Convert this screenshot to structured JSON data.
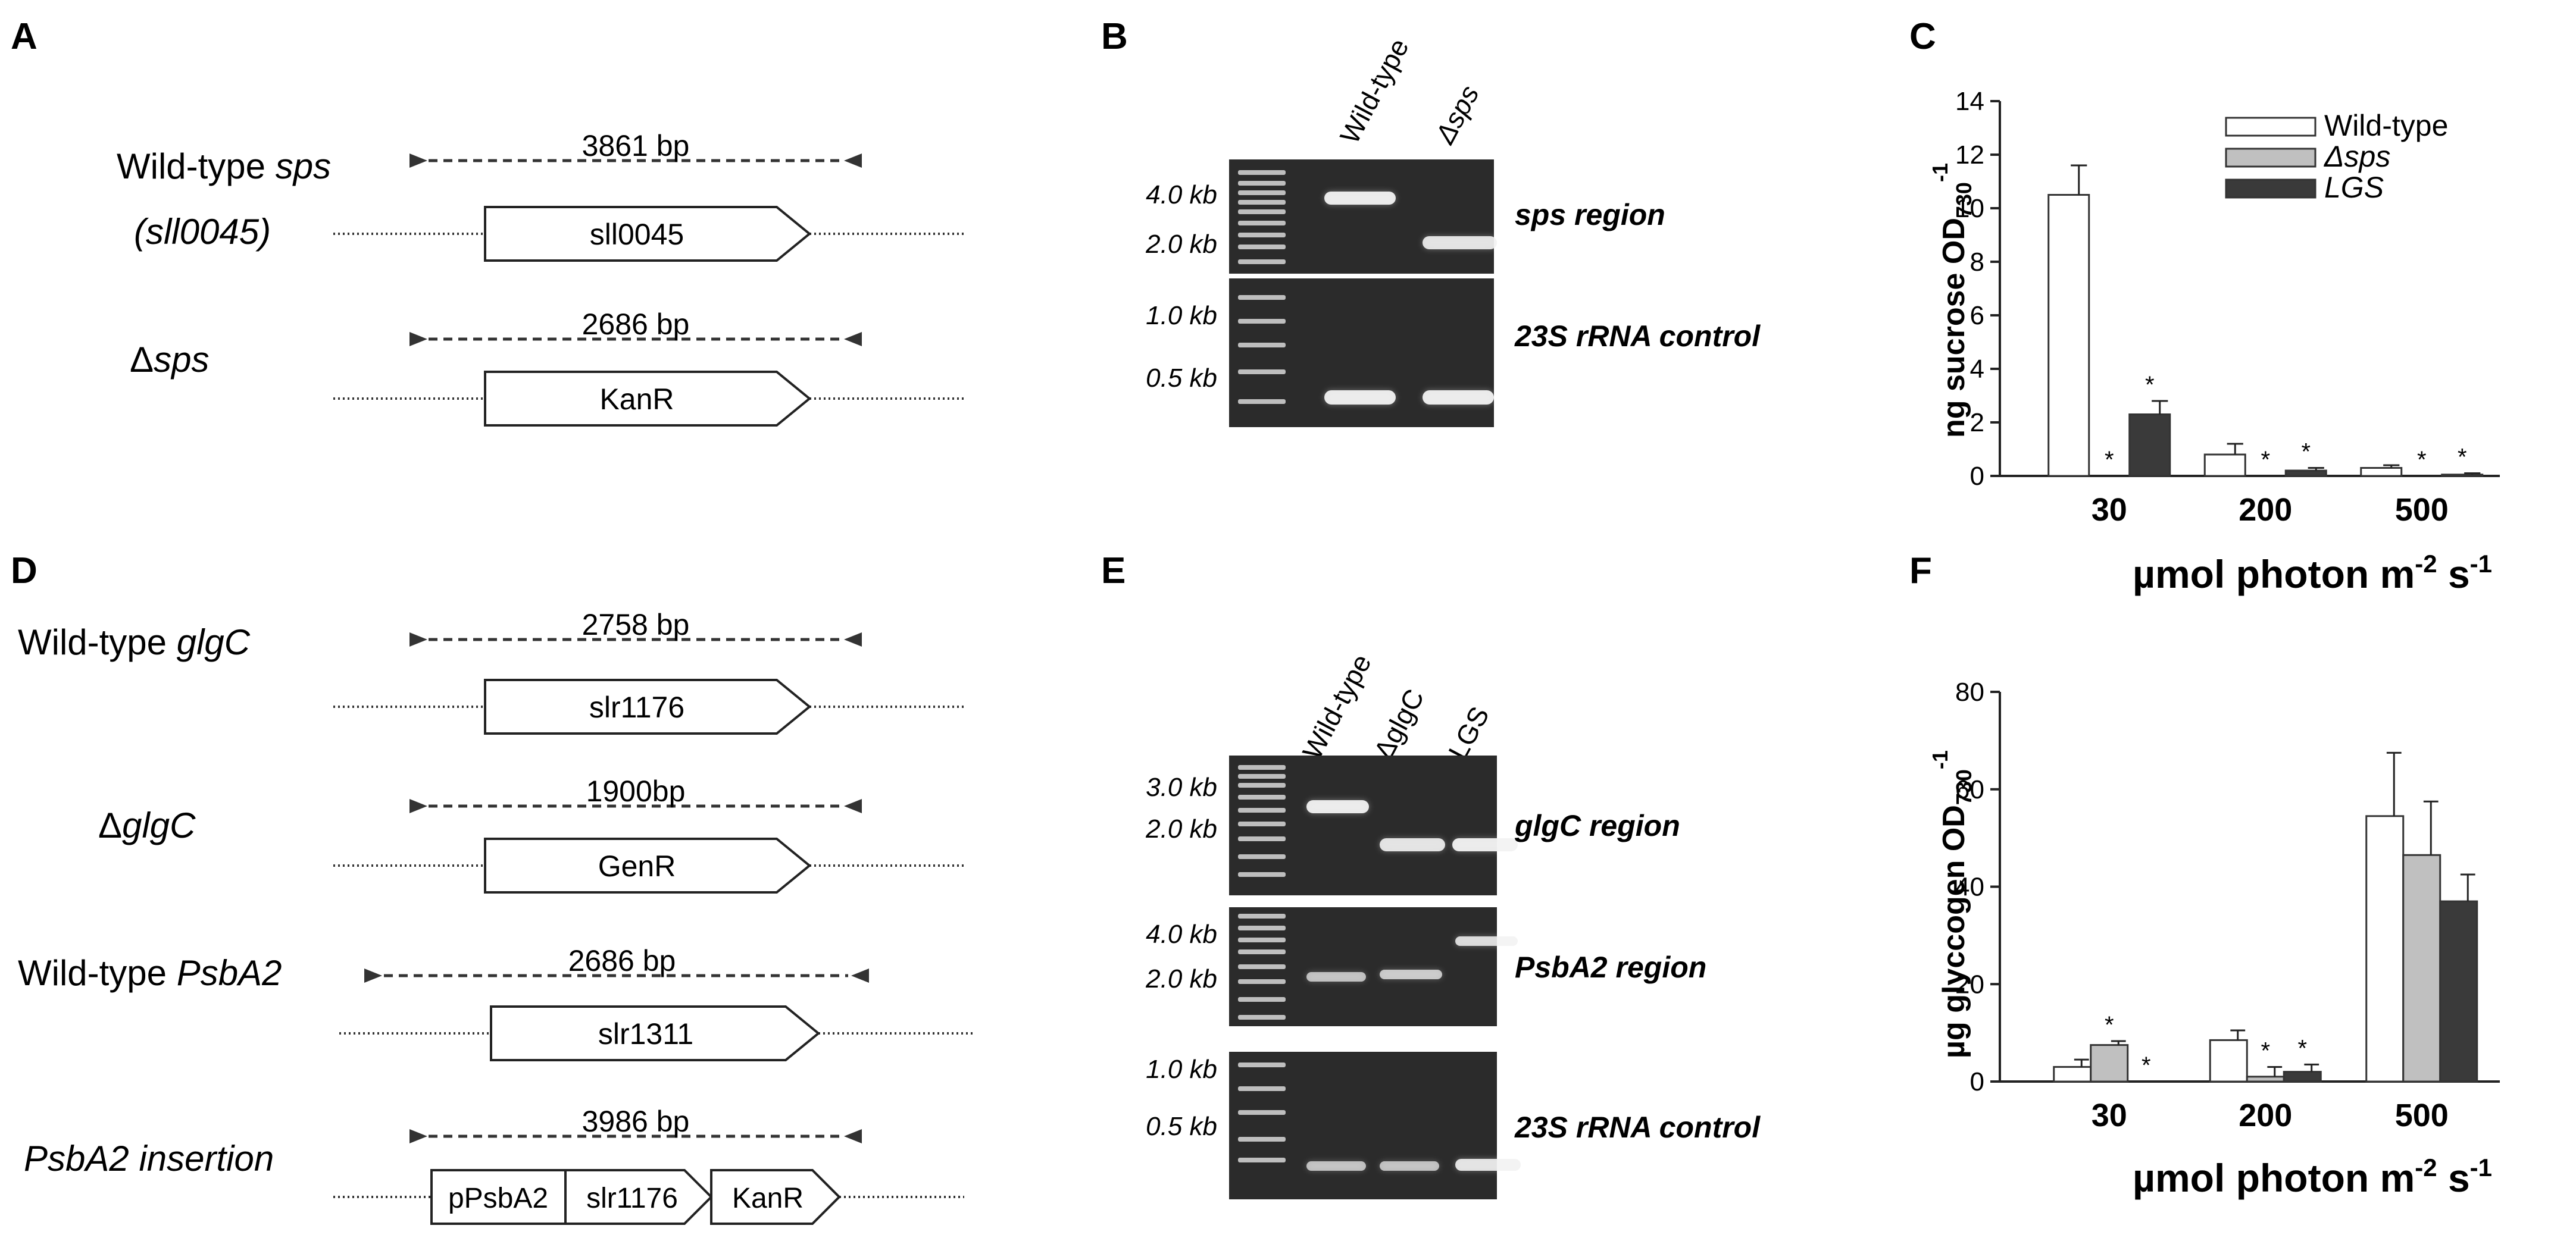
{
  "panels": {
    "A": {
      "letter": "A",
      "rows": [
        {
          "label_normal": "Wild-type ",
          "label_italic": "sps",
          "label2": "(sll0045)",
          "size": "3861 bp",
          "gene": "sll0045"
        },
        {
          "label_prefix": "Δ",
          "label_italic": "sps",
          "size": "2686 bp",
          "gene": "KanR"
        }
      ]
    },
    "B": {
      "letter": "B",
      "lanes": [
        "Wild-type",
        "Δsps"
      ],
      "top_markers": [
        "4.0 kb",
        "2.0 kb"
      ],
      "bottom_markers": [
        "1.0 kb",
        "0.5 kb"
      ],
      "top_caption": "sps region",
      "bottom_caption": "23S rRNA control"
    },
    "C": {
      "letter": "C",
      "xlabel_main": "µmol photon m",
      "xlabel_sup1": "-2",
      "xlabel_mid": " s",
      "xlabel_sup2": "-1",
      "ylabel_main": "ng sucrose OD",
      "ylabel_sub": "730",
      "ylabel_sup": "-1",
      "star": "*"
    },
    "D": {
      "letter": "D",
      "rows": [
        {
          "label_normal": "Wild-type ",
          "label_italic": "glgC",
          "size": "2758 bp",
          "gene": "slr1176"
        },
        {
          "label_prefix": "Δ",
          "label_italic": "glgC",
          "size": "1900bp",
          "gene": "GenR"
        },
        {
          "label_normal": "Wild-type ",
          "label_italic": "PsbA2",
          "size": "2686 bp",
          "gene": "slr1311"
        },
        {
          "label_italic": "PsbA2 insertion",
          "size": "3986 bp",
          "genes": [
            "pPsbA2",
            "slr1176",
            "KanR"
          ]
        }
      ]
    },
    "E": {
      "letter": "E",
      "lanes": [
        "Wild-type",
        "ΔglgC",
        "LGS"
      ],
      "top_markers": [
        "3.0 kb",
        "2.0 kb"
      ],
      "mid_markers": [
        "4.0 kb",
        "2.0 kb"
      ],
      "bottom_markers": [
        "1.0 kb",
        "0.5 kb"
      ],
      "top_caption": "glgC region",
      "mid_caption": "PsbA2 region",
      "bottom_caption": "23S rRNA control"
    },
    "F": {
      "letter": "F",
      "xlabel_main": "µmol photon m",
      "xlabel_sup1": "-2",
      "xlabel_mid": " s",
      "xlabel_sup2": "-1",
      "ylabel_main": "µg glyccogen OD",
      "ylabel_sub": "730",
      "ylabel_sup": "-1",
      "star": "*"
    }
  },
  "colors": {
    "wildtype": "#ffffff",
    "sps": "#c0c0c0",
    "lgs": "#3a3a3a",
    "gel_bg": "#2b2b2b",
    "band": "#f2f2f2"
  },
  "chart_data": [
    {
      "type": "bar",
      "panel": "C",
      "categories": [
        "30",
        "200",
        "500"
      ],
      "ylim": [
        0,
        14
      ],
      "yticks": [
        0,
        2,
        4,
        6,
        8,
        10,
        12,
        14
      ],
      "series": [
        {
          "name": "Wild-type",
          "values": [
            10.5,
            0.8,
            0.3
          ],
          "errors": [
            1.1,
            0.4,
            0.1
          ],
          "stars": [
            false,
            false,
            false
          ]
        },
        {
          "name": "Δsps",
          "values": [
            0,
            0,
            0
          ],
          "errors": [
            0,
            0,
            0
          ],
          "stars": [
            true,
            true,
            true
          ]
        },
        {
          "name": "LGS",
          "values": [
            2.3,
            0.2,
            0.05
          ],
          "errors": [
            0.5,
            0.1,
            0.05
          ],
          "stars": [
            true,
            true,
            true
          ]
        }
      ],
      "legend": "top-right"
    },
    {
      "type": "bar",
      "panel": "F",
      "categories": [
        "30",
        "200",
        "500"
      ],
      "ylim": [
        0,
        80
      ],
      "yticks": [
        0,
        20,
        40,
        60,
        80
      ],
      "series": [
        {
          "name": "Wild-type",
          "values": [
            3,
            8.5,
            54.5
          ],
          "errors": [
            1.5,
            2,
            13
          ],
          "stars": [
            false,
            false,
            false
          ]
        },
        {
          "name": "Δsps",
          "values": [
            7.5,
            1,
            46.5
          ],
          "errors": [
            0.8,
            2,
            11
          ],
          "stars": [
            true,
            true,
            false
          ]
        },
        {
          "name": "LGS",
          "values": [
            0,
            2,
            37
          ],
          "errors": [
            0,
            1.5,
            5.5
          ],
          "stars": [
            true,
            true,
            false
          ]
        }
      ]
    }
  ]
}
